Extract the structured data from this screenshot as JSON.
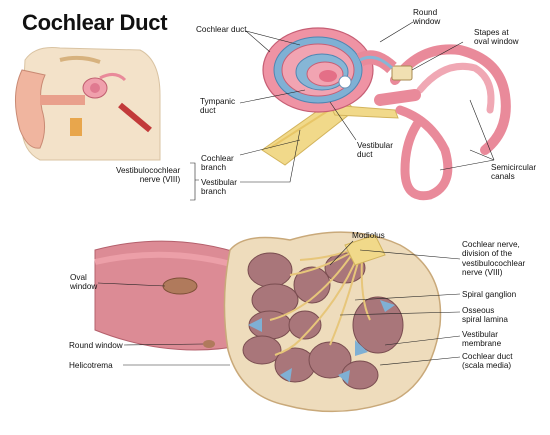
{
  "title": "Cochlear Duct",
  "labels": {
    "cochlear_duct_top": "Cochlear duct",
    "round_window_top": "Round\nwindow",
    "stapes": "Stapes at\noval window",
    "tympanic_duct": "Tympanic\nduct",
    "vestibular_duct": "Vestibular\nduct",
    "cochlear_branch": "Cochlear\nbranch",
    "vestibular_branch": "Vestibular\nbranch",
    "vestibulocochlear_nerve": "Vestibulocochlear\nnerve (VIII)",
    "semicircular_canals": "Semicircular\ncanals",
    "modiolus": "Modiolus",
    "cochlear_nerve_division": "Cochlear nerve,\ndivision of the\nvestibulocochlear\nnerve (VIII)",
    "spiral_ganglion": "Spiral ganglion",
    "osseous_spiral_lamina": "Osseous\nspiral lamina",
    "vestibular_membrane": "Vestibular\nmembrane",
    "cochlear_duct_bottom": "Cochlear duct\n(scala media)",
    "oval_window": "Oval\nwindow",
    "round_window_bottom": "Round window",
    "helicotrema": "Helicotrema"
  },
  "colors": {
    "bone": "#eedcbc",
    "canal": "#e98a9a",
    "duct_blue": "#86b6d6",
    "nerve": "#f1d98a",
    "chamber": "#a9767a"
  }
}
